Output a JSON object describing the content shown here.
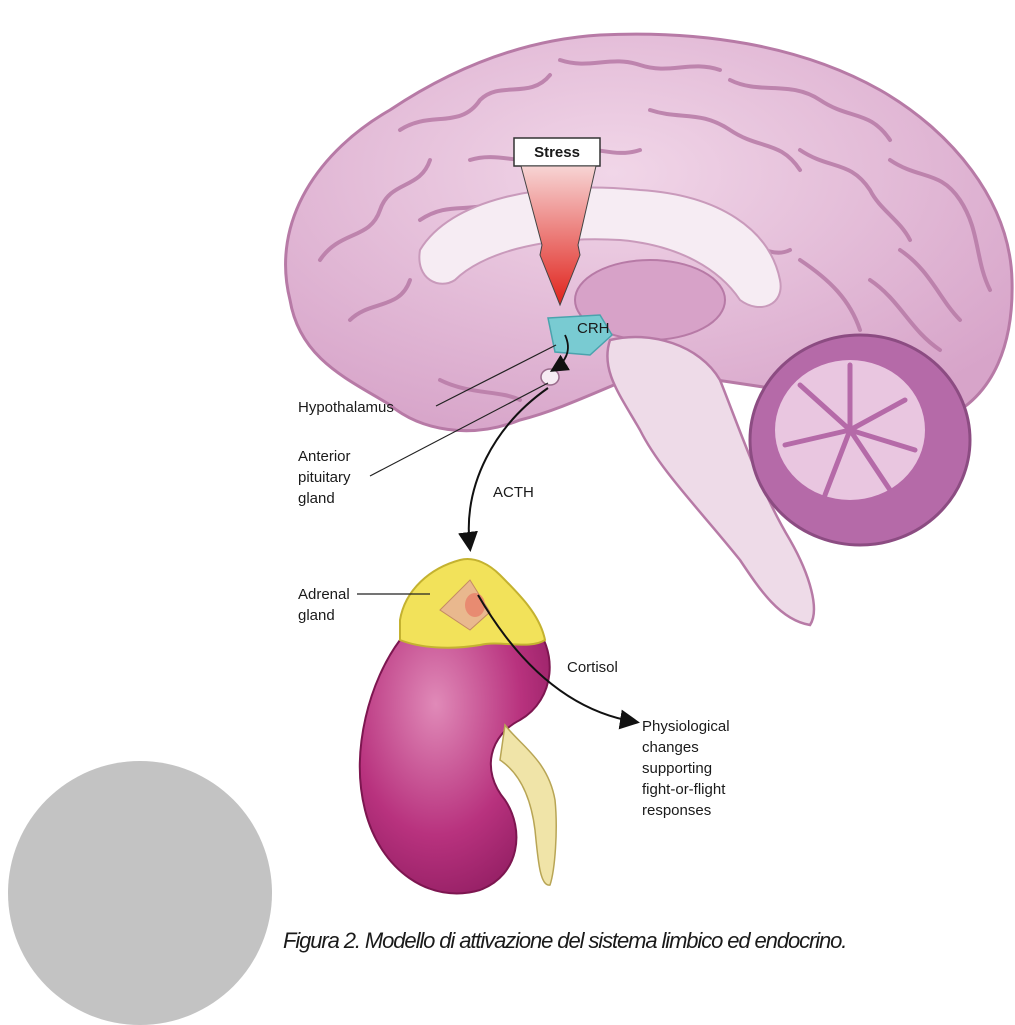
{
  "diagram": {
    "stress_box": "Stress",
    "crh": "CRH",
    "hypothalamus": "Hypothalamus",
    "anterior_pituitary": [
      "Anterior",
      "pituitary",
      "gland"
    ],
    "acth": "ACTH",
    "adrenal_gland": [
      "Adrenal",
      "gland"
    ],
    "cortisol": "Cortisol",
    "physiological_changes": [
      "Physiological",
      "changes",
      "supporting",
      "fight-or-flight",
      "responses"
    ]
  },
  "caption": "Figura 2. Modello di attivazione del sistema limbico ed endocrino.",
  "colors": {
    "brain": "#e6bfd9",
    "brain_fold": "#b77aa6",
    "cerebellum": "#b56aa8",
    "corpus_callosum": "#f6ecf3",
    "hypothalamus": "#79cbd2",
    "stress_arrow": "#e0231c",
    "kidney": "#b8327e",
    "adrenal": "#f2e25a",
    "placeholder_circle": "#c3c3c3"
  }
}
